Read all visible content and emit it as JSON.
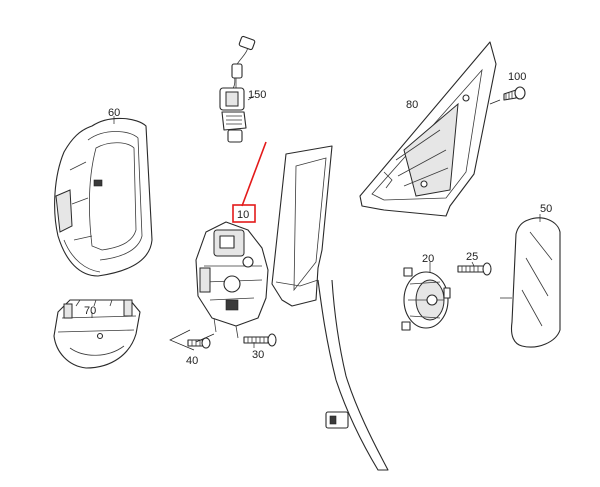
{
  "diagram": {
    "labels": {
      "p10": "10",
      "p20": "20",
      "p25": "25",
      "p30": "30",
      "p40": "40",
      "p50": "50",
      "p60": "60",
      "p70": "70",
      "p80": "80",
      "p100": "100",
      "p150": "150"
    },
    "colors": {
      "line": "#2a2a2a",
      "highlight": "#e31a1a",
      "background": "#ffffff"
    },
    "highlighted_part": "10"
  }
}
